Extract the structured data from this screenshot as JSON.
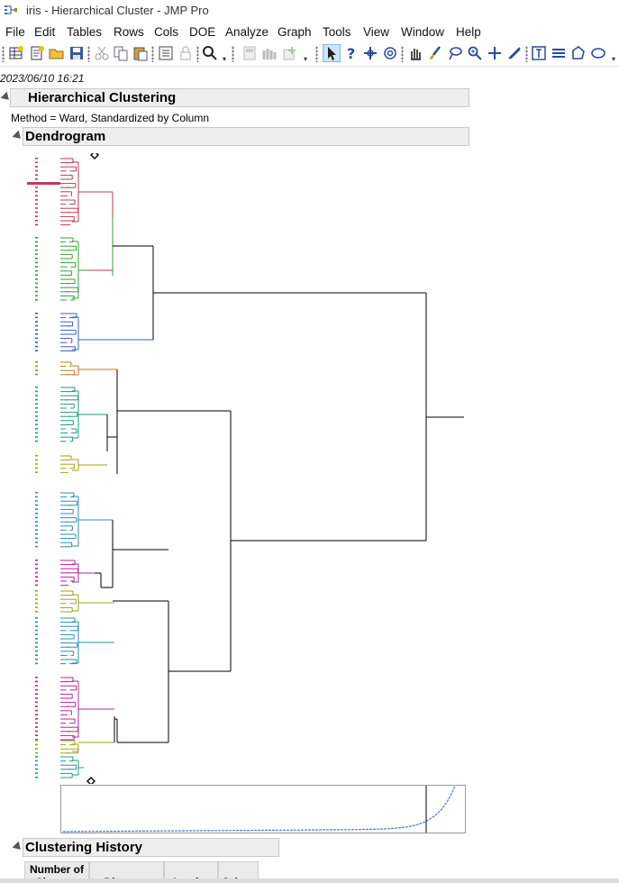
{
  "window": {
    "title": "iris - Hierarchical Cluster - JMP Pro"
  },
  "menu": [
    "File",
    "Edit",
    "Tables",
    "Rows",
    "Cols",
    "DOE",
    "Analyze",
    "Graph",
    "Tools",
    "View",
    "Window",
    "Help"
  ],
  "toolbar": {
    "icons": [
      "new-table-icon",
      "new-script-icon",
      "open-folder-icon",
      "save-icon",
      "cut-icon",
      "copy-icon",
      "paste-icon",
      "journal-icon",
      "lock-icon",
      "search-icon",
      "layout-icon",
      "column-icon",
      "add-icon",
      "arrow-pointer-icon",
      "help-pointer-icon",
      "crosshair-icon",
      "target-icon",
      "hand-icon",
      "brush-icon",
      "lasso-icon",
      "magnifier-icon",
      "plus-icon",
      "line-icon",
      "text-icon",
      "lines-icon",
      "polygon-icon",
      "ellipse-icon"
    ],
    "selected": "arrow-pointer-icon"
  },
  "report": {
    "timestamp": "2023/06/10 16:21",
    "title": "Hierarchical Clustering",
    "method": "Method = Ward, Standardized by Column",
    "dendrogram_title": "Dendrogram",
    "history_title": "Clustering History",
    "history_columns": [
      "Number of Clusters",
      "Distance",
      "Leader",
      "Joiner"
    ]
  },
  "colors": {
    "cluster_red": "#c0394f",
    "cluster_green": "#3a9c3a",
    "cluster_blue": "#3a5cc4",
    "cluster_orange": "#c07a1a",
    "cluster_teal": "#1f9a86",
    "cluster_magenta": "#b0269a",
    "cluster_olive": "#a2a21a",
    "cluster_cyan": "#2a8fb0",
    "selection": "#c43b4e",
    "scree_line": "#4a78d6"
  }
}
